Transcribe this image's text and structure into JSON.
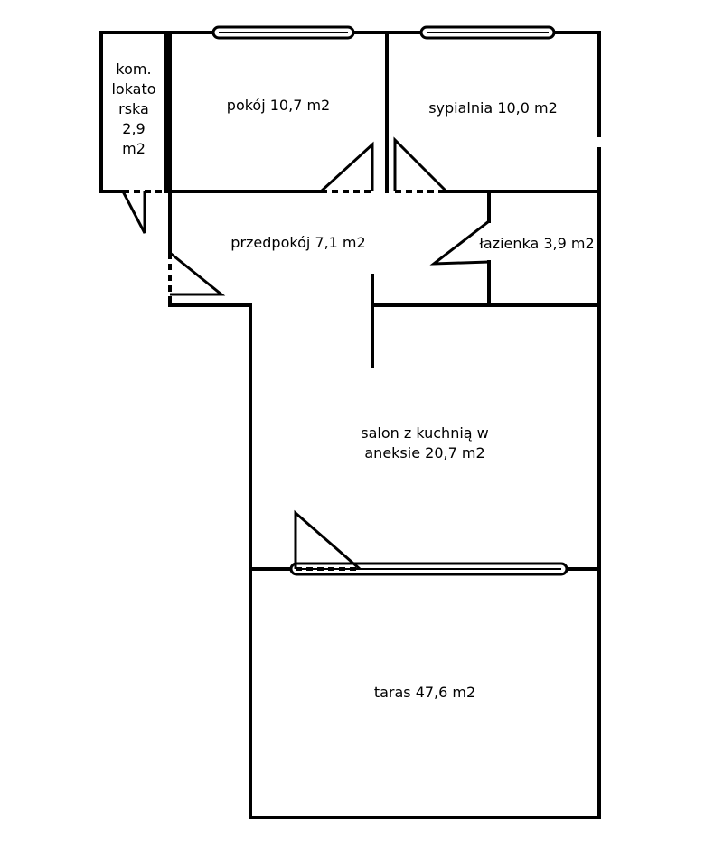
{
  "rooms": {
    "storage": [
      "kom.",
      "lokato",
      "rska",
      "2,9",
      "m2"
    ],
    "pokoj": "pokój 10,7 m2",
    "sypialnia": "sypialnia 10,0 m2",
    "przedpokoj": "przedpokój 7,1 m2",
    "lazienka": "łazienka 3,9 m2",
    "salon": [
      "salon z kuchnią w",
      "aneksie 20,7 m2"
    ],
    "taras": "taras 47,6 m2"
  }
}
